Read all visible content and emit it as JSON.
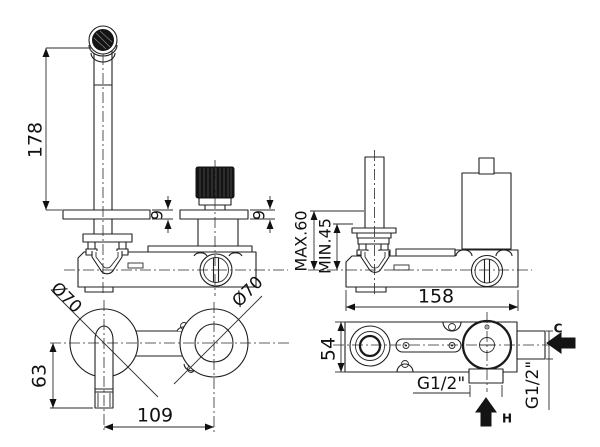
{
  "drawing": {
    "background_color": "#ffffff",
    "line_color": "#1f1f1f",
    "dimensions": {
      "spout_height": "178",
      "spout_flange_thickness": "9",
      "handle_flange_thickness": "9",
      "max_depth": "MAX.60",
      "min_depth": "MIN.45",
      "body_length": "158",
      "spout_escutcheon_diameter": "Ø70",
      "handle_escutcheon_diameter": "Ø70",
      "spout_drop": "63",
      "centers_distance": "109",
      "body_height": "54",
      "hot_inlet_thread": "G1/2\"",
      "cold_inlet_thread": "G1/2\"",
      "hot_label": "H",
      "cold_label": "C"
    }
  }
}
